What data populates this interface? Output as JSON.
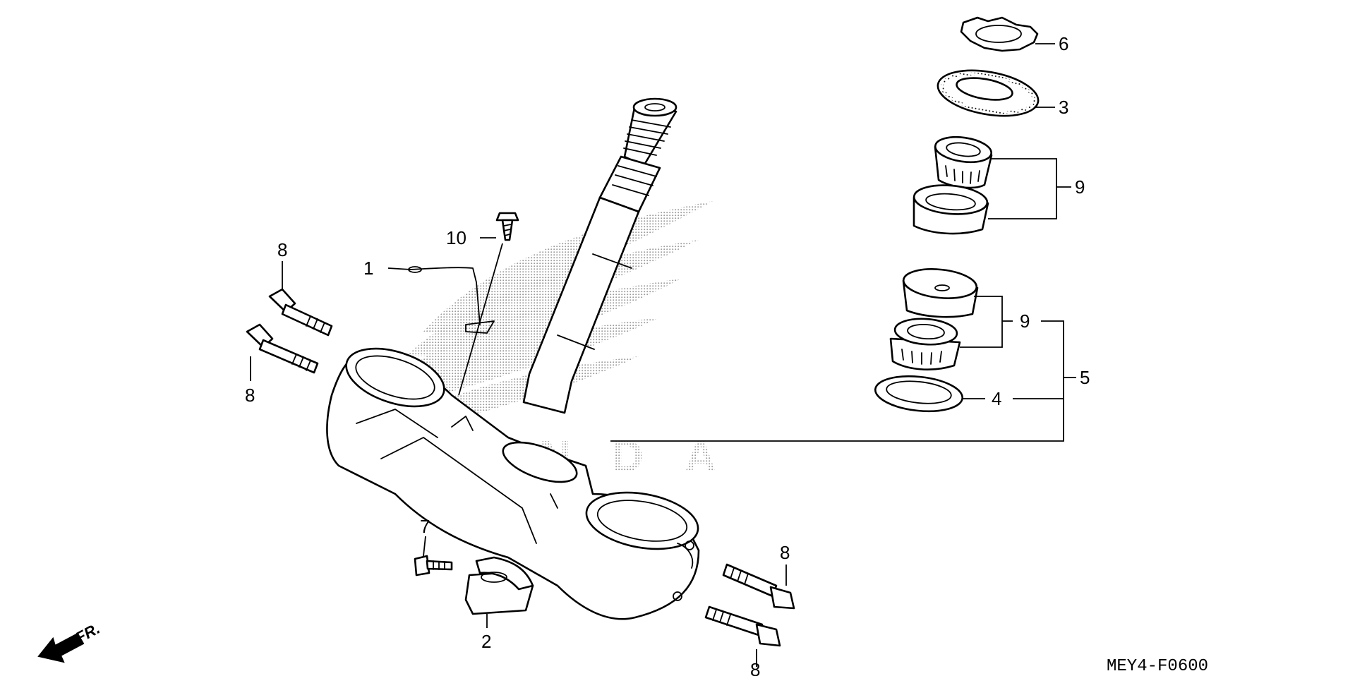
{
  "diagram": {
    "code": "MEY4-F0600",
    "direction_label": "FR.",
    "watermark_text": "HONDA",
    "callouts": [
      {
        "id": "c1",
        "label": "1"
      },
      {
        "id": "c2",
        "label": "2"
      },
      {
        "id": "c3",
        "label": "3"
      },
      {
        "id": "c4",
        "label": "4"
      },
      {
        "id": "c5",
        "label": "5"
      },
      {
        "id": "c6",
        "label": "6"
      },
      {
        "id": "c7",
        "label": "7"
      },
      {
        "id": "c8a",
        "label": "8"
      },
      {
        "id": "c8b",
        "label": "8"
      },
      {
        "id": "c8c",
        "label": "8"
      },
      {
        "id": "c8d",
        "label": "8"
      },
      {
        "id": "c9a",
        "label": "9"
      },
      {
        "id": "c9b",
        "label": "9"
      },
      {
        "id": "c10",
        "label": "10"
      }
    ],
    "colors": {
      "line": "#000000",
      "background": "#ffffff",
      "watermark": "#8a8a8a"
    }
  }
}
